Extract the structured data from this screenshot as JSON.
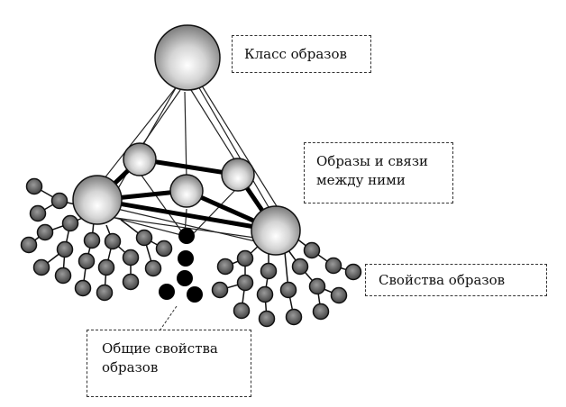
{
  "labels": {
    "image_class": "Класс образов",
    "images_and_links": "Образы и связи\nмежду ними",
    "image_properties": "Свойства образов",
    "common_properties": "Общие свойства\nобразов"
  },
  "colors": {
    "line": "#111111",
    "property_node": "#555555",
    "common_node": "#000000",
    "sphere_light": "#ffffff",
    "sphere_dark": "#6a6a6a"
  }
}
